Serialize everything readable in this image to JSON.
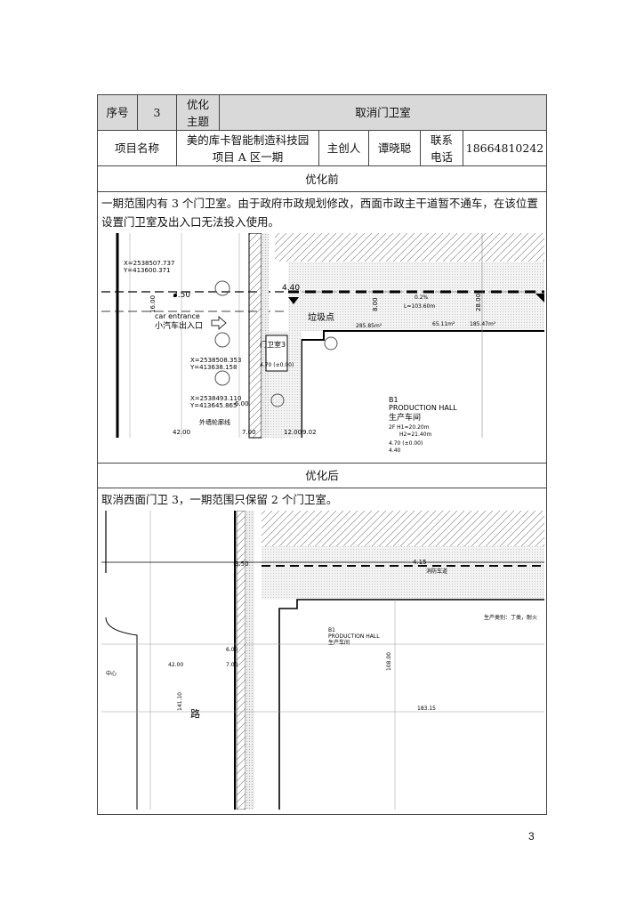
{
  "header": {
    "seq_label": "序号",
    "seq_value": "3",
    "topic_label": "优化主题",
    "topic_value": "取消门卫室"
  },
  "project": {
    "name_label": "项目名称",
    "name_line1": "美的库卡智能制造科技园",
    "name_line2": "项目 A 区一期",
    "creator_label": "主创人",
    "creator_value": "谭晓聪",
    "phone_label": "联系电话",
    "phone_value": "18664810242"
  },
  "before": {
    "heading": "优化前",
    "description": "一期范围内有 3 个门卫室。由于政府市政规划修改，西面市政主干道暂不通车，在该位置设置门卫室及出入口无法投入使用。",
    "drawing": {
      "coord1": "X=2538507.737",
      "coord1b": "Y=413600.371",
      "coord2": "X=2538508.353",
      "coord2b": "Y=413638.158",
      "coord3": "X=2538493.110",
      "coord3b": "Y=413645.865",
      "elev": "3.50",
      "elev2": "4.40",
      "car_entrance": "car entrance",
      "car_entrance_cn": "小汽车出入口",
      "gate": "门卫室3",
      "gate_elev": "4.70 (±0.00)",
      "wall": "外墙轮廓线",
      "trash": "垃圾点",
      "slope": "0.2%",
      "length": "L=103.60m",
      "area1": "285.85m²",
      "area2": "65.11m²",
      "area3": "185.47m²",
      "dim1": "42.00",
      "dim2": "7.00",
      "dim3": "12.00",
      "dim4": "9.02",
      "dim5": "6.00",
      "dim6": "16.00",
      "dim7": "8.00",
      "dim8": "28.00",
      "building_id": "B1",
      "building_en": "PRODUCTION HALL",
      "building_cn": "生产车间",
      "building_h1": "2F  H1=20.20m",
      "building_h2": "H2=21.40m",
      "building_elev": "4.70 (±0.00)",
      "building_elev2": "4.40"
    }
  },
  "after": {
    "heading": "优化后",
    "description": "取消西面门卫 3，一期范围只保留 2 个门卫室。",
    "drawing": {
      "elev": "3.50",
      "elev2": "4.15",
      "fire_lane": "消防车道",
      "building_id": "B1",
      "building_en": "PRODUCTION HALL",
      "building_cn": "生产车间",
      "category": "生产类别：丁类，耐火",
      "dim1": "42.00",
      "dim2": "7.00",
      "dim3": "6.00",
      "dim4": "108.00",
      "dim5": "183.15",
      "dim6": "141.10",
      "road": "路",
      "center": "中心"
    }
  },
  "page_number": "3"
}
